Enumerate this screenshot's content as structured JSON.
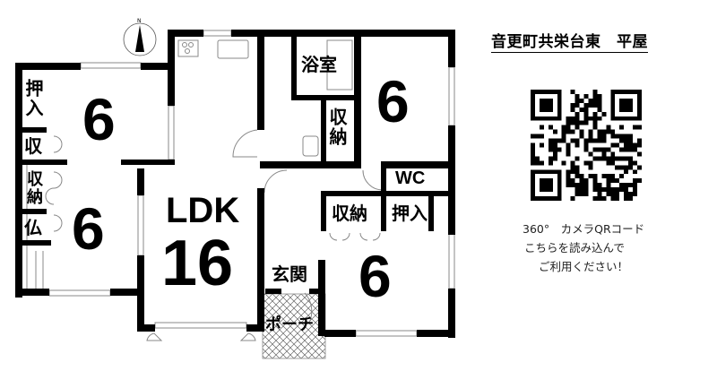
{
  "title": "音更町共栄台東　平屋",
  "rooms": {
    "nw_bedroom": "6",
    "w_bedroom": "6",
    "ldk_label": "LDK",
    "ldk_size": "16",
    "ne_bedroom": "6",
    "se_bedroom": "6",
    "bath": "浴室",
    "wc": "WC",
    "entrance": "玄関",
    "porch": "ポーチ",
    "closet_nw": "押入",
    "storage_small": "収",
    "storage_w": "収納",
    "altar": "仏",
    "storage_center": "収納",
    "storage_se": "収納",
    "closet_se": "押入"
  },
  "compass": {
    "north_label": "N"
  },
  "qr_caption": {
    "line1": "360°　カメラQRコード",
    "line2": "こちらを読み込んで",
    "line3": "ご利用ください！"
  },
  "colors": {
    "wall": "#000000",
    "thin": "#888888"
  }
}
